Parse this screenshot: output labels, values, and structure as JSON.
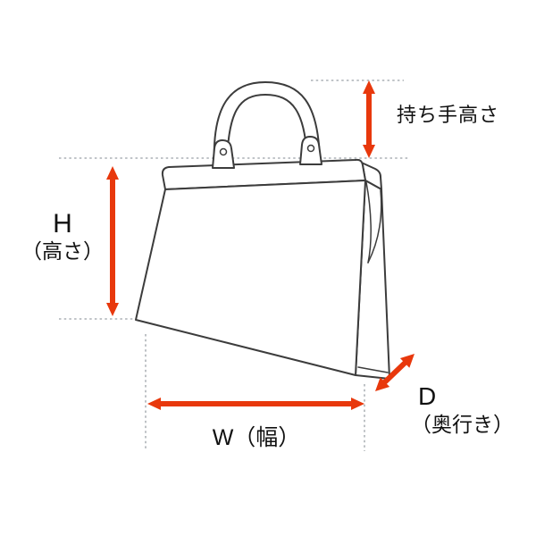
{
  "diagram": {
    "subject": "handbag-measurement-diagram",
    "labels": {
      "handle_height": "持ち手高さ",
      "height_symbol": "H",
      "height_name": "（高さ）",
      "width": "W（幅）",
      "depth_symbol": "D",
      "depth_name": "（奥行き）"
    },
    "colors": {
      "arrow": "#e8380c",
      "outline": "#3c3c3c",
      "guide": "#9aa0a6",
      "background": "#ffffff"
    }
  }
}
